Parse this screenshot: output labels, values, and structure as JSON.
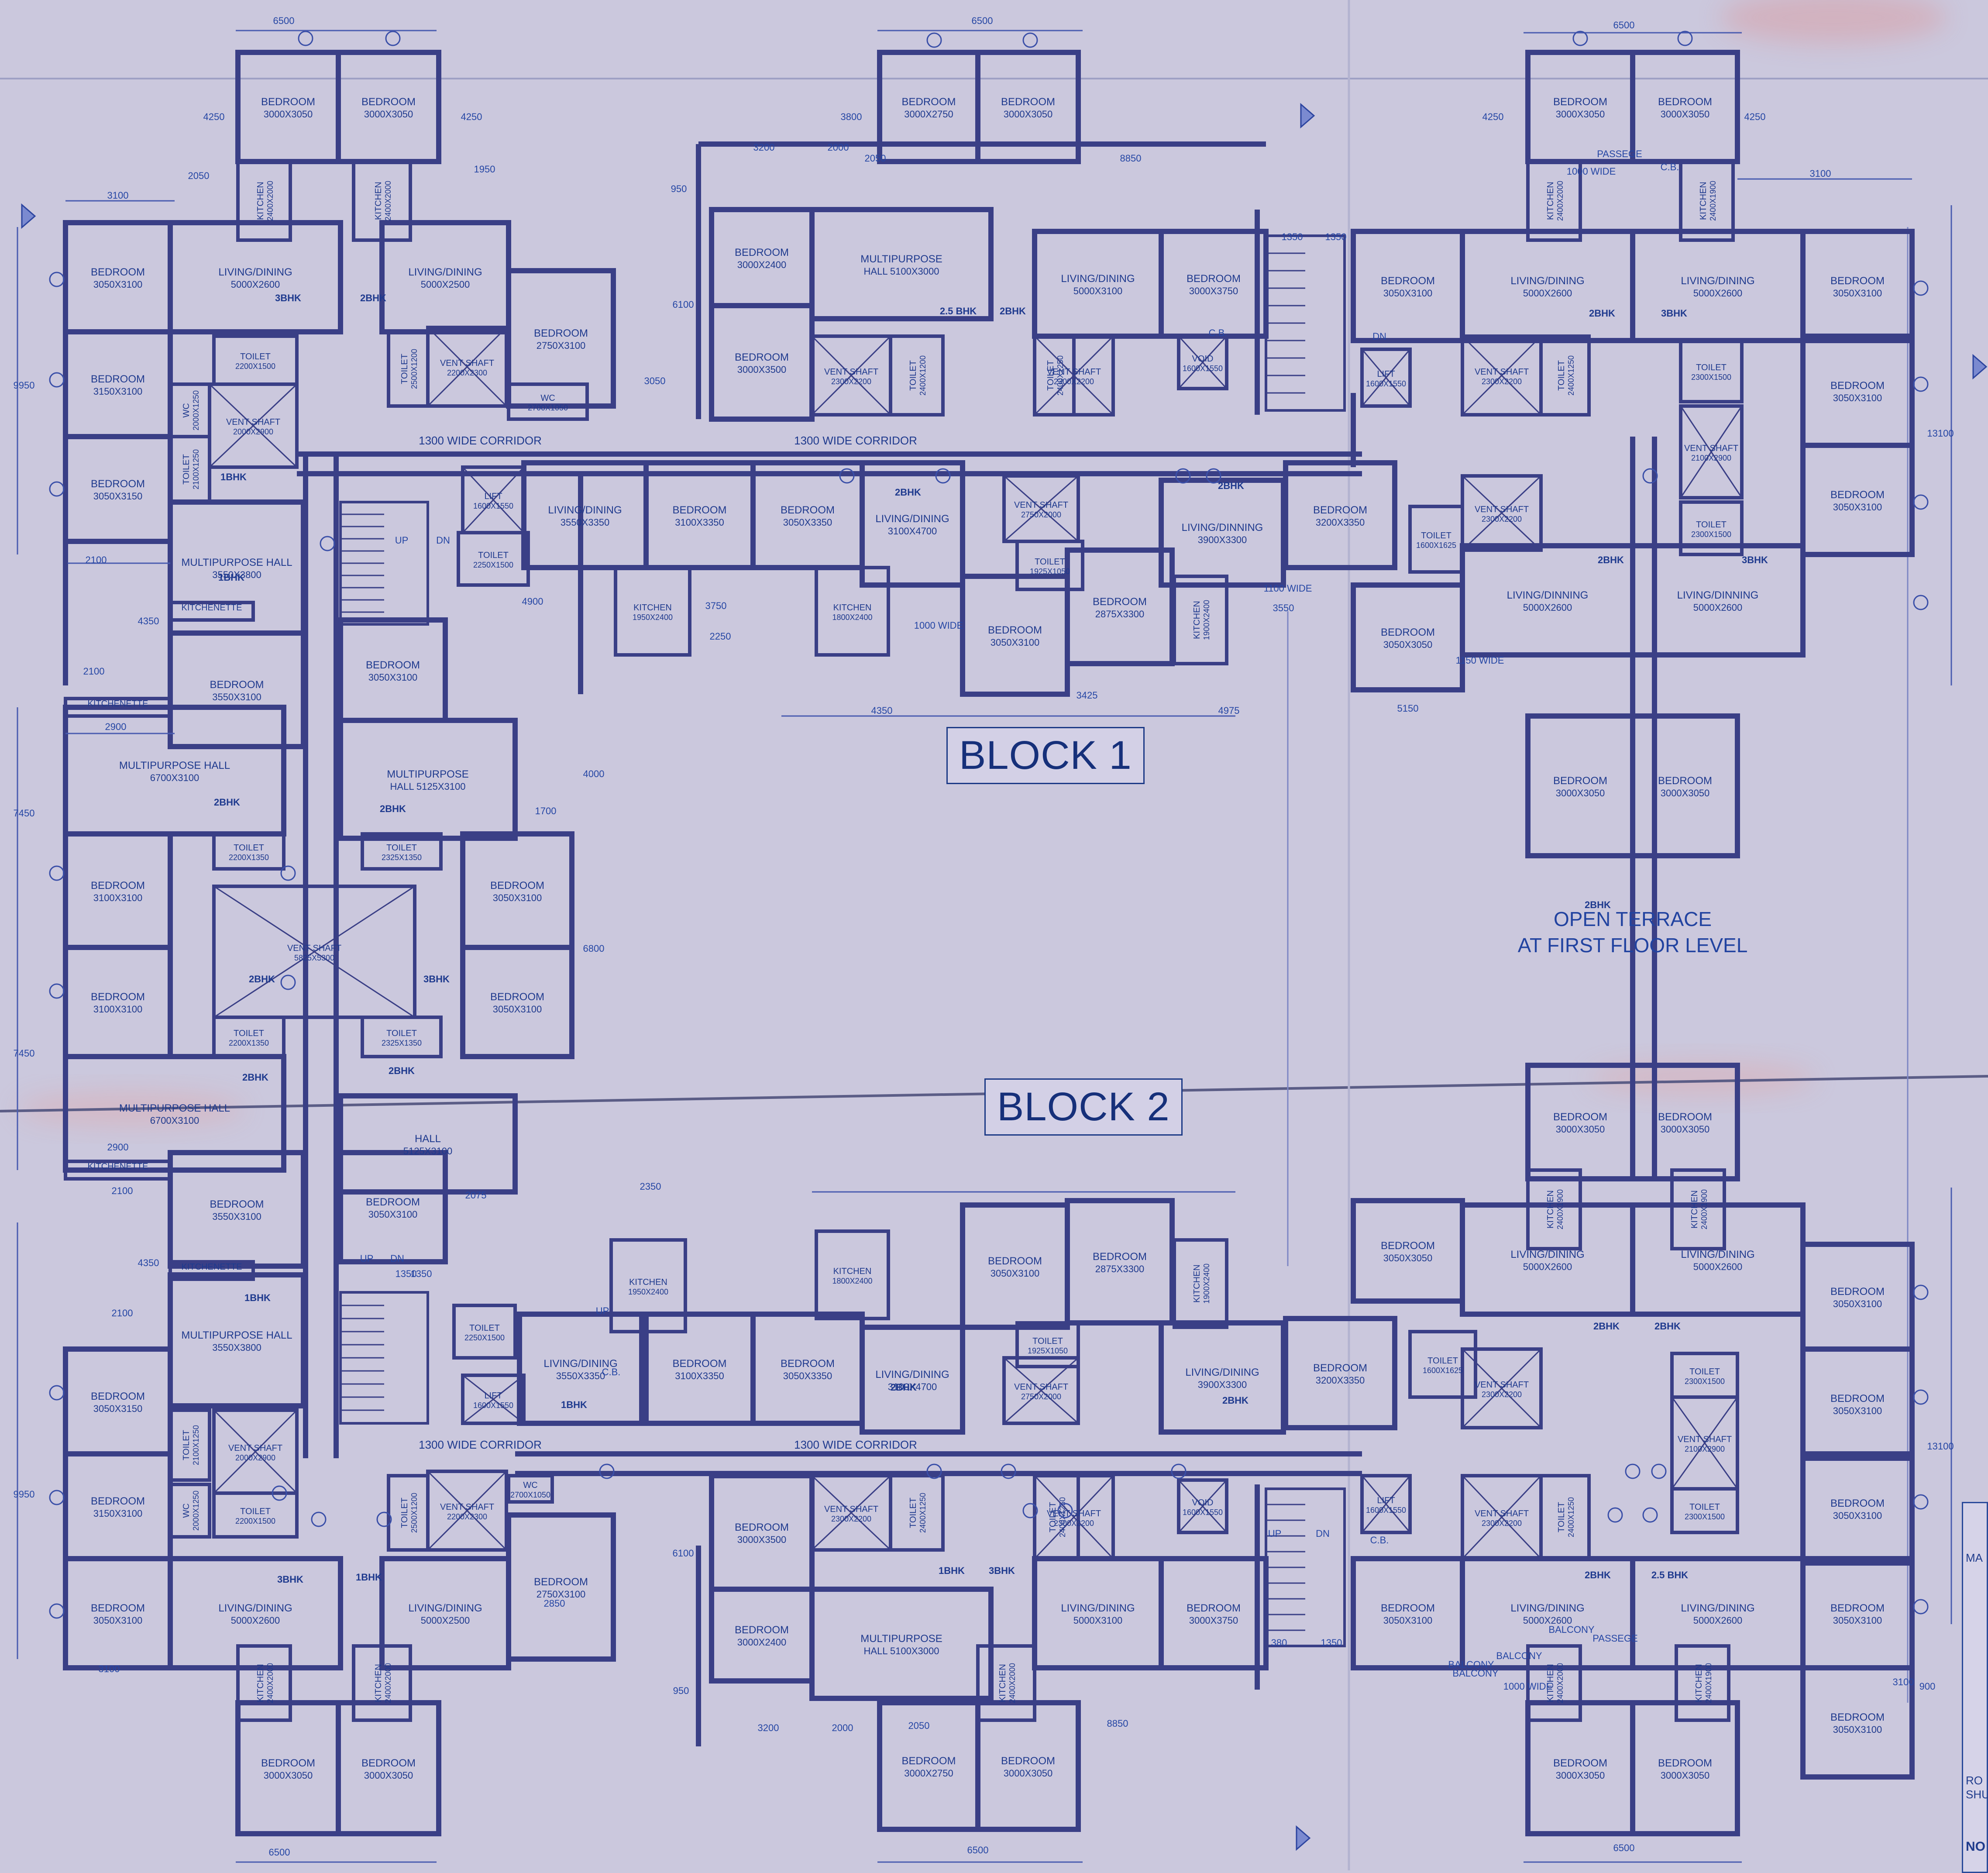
{
  "labels": {
    "block1": "BLOCK 1",
    "block2": "BLOCK 2",
    "terrace1": "OPEN TERRACE",
    "terrace2": "AT FIRST FLOOR LEVEL",
    "corridor": "1300 WIDE CORRIDOR",
    "titleblock": [
      "MA",
      "RO",
      "SHU",
      "NO"
    ]
  },
  "colors": {
    "paper": "#cbc8dd",
    "wall": "#3a3f86",
    "ink": "#2243a0",
    "red": "#c84e52"
  },
  "rooms": [
    [
      "BEDROOM",
      "3000X3050"
    ],
    [
      "BEDROOM",
      "3000X3050"
    ],
    [
      "BEDROOM",
      "3000X2750"
    ],
    [
      "BEDROOM",
      "3000X3050"
    ],
    [
      "BEDROOM",
      "3000X3050"
    ],
    [
      "BEDROOM",
      "3000X3050"
    ],
    [
      "BEDROOM",
      "3050X3100"
    ],
    [
      "LIVING/DINING",
      "5000X2600"
    ],
    [
      "LIVING/DINING",
      "5000X2500"
    ],
    [
      "BEDROOM",
      "2750X3100"
    ],
    [
      "BEDROOM",
      "3000X2400"
    ],
    [
      "MULTIPURPOSE",
      "HALL 5100X3000"
    ],
    [
      "LIVING/DINING",
      "5000X3100"
    ],
    [
      "BEDROOM",
      "3000X3750"
    ],
    [
      "BEDROOM",
      "3050X3100"
    ],
    [
      "LIVING/DINING",
      "5000X2600"
    ],
    [
      "LIVING/DINING",
      "5000X2600"
    ],
    [
      "BEDROOM",
      "3050X3100"
    ],
    [
      "BEDROOM",
      "3150X3100"
    ],
    [
      "BEDROOM",
      "3000X3500"
    ],
    [
      "BEDROOM",
      "3050X3100"
    ],
    [
      "BEDROOM",
      "3050X3150"
    ],
    [
      "MULTIPURPOSE HALL",
      "3550X3800"
    ],
    [
      "LIVING/DINING",
      "3550X3350"
    ],
    [
      "BEDROOM",
      "3100X3350"
    ],
    [
      "BEDROOM",
      "3050X3350"
    ],
    [
      "LIVING/DINING",
      "3100X4700"
    ],
    [
      "LIVING/DINNING",
      "3900X3300"
    ],
    [
      "BEDROOM",
      "3200X3350"
    ],
    [
      "BEDROOM",
      "3050X3100"
    ],
    [
      "BEDROOM",
      "3550X3100"
    ],
    [
      "BEDROOM",
      "3050X3100"
    ],
    [
      "BEDROOM",
      "3050X3100"
    ],
    [
      "BEDROOM",
      "2875X3300"
    ],
    [
      "LIVING/DINNING",
      "5000X2600"
    ],
    [
      "LIVING/DINNING",
      "5000X2600"
    ],
    [
      "BEDROOM",
      "3050X3050"
    ],
    [
      "MULTIPURPOSE HALL",
      "6700X3100"
    ],
    [
      "MULTIPURPOSE",
      "HALL 5125X3100"
    ],
    [
      "BEDROOM",
      "3000X3050"
    ],
    [
      "BEDROOM",
      "3000X3050"
    ],
    [
      "BEDROOM",
      "3100X3100"
    ],
    [
      "BEDROOM",
      "3050X3100"
    ],
    [
      "BEDROOM",
      "3100X3100"
    ],
    [
      "BEDROOM",
      "3050X3100"
    ],
    [
      "MULTIPURPOSE HALL",
      "6700X3100"
    ],
    [
      "HALL",
      "5125X3100"
    ],
    [
      "BEDROOM",
      "3000X3050"
    ],
    [
      "BEDROOM",
      "3000X3050"
    ],
    [
      "BEDROOM",
      "3550X3100"
    ],
    [
      "BEDROOM",
      "3050X3100"
    ],
    [
      "BEDROOM",
      "3050X3100"
    ],
    [
      "BEDROOM",
      "2875X3300"
    ],
    [
      "BEDROOM",
      "3050X3050"
    ],
    [
      "LIVING/DINING",
      "5000X2600"
    ],
    [
      "LIVING/DINING",
      "5000X2600"
    ],
    [
      "BEDROOM",
      "3050X3100"
    ],
    [
      "MULTIPURPOSE HALL",
      "3550X3800"
    ],
    [
      "LIVING/DINING",
      "3550X3350"
    ],
    [
      "BEDROOM",
      "3100X3350"
    ],
    [
      "BEDROOM",
      "3050X3350"
    ],
    [
      "LIVING/DINING",
      "3100X4700"
    ],
    [
      "LIVING/DINING",
      "3900X3300"
    ],
    [
      "BEDROOM",
      "3200X3350"
    ],
    [
      "BEDROOM",
      "3050X3150"
    ],
    [
      "BEDROOM",
      "3050X3100"
    ],
    [
      "BEDROOM",
      "3150X3100"
    ],
    [
      "BEDROOM",
      "3050X3100"
    ],
    [
      "BEDROOM",
      "3000X3500"
    ],
    [
      "BEDROOM",
      "3050X3100"
    ],
    [
      "BEDROOM",
      "3050X3100"
    ],
    [
      "LIVING/DINING",
      "5000X2600"
    ],
    [
      "LIVING/DINING",
      "5000X2500"
    ],
    [
      "BEDROOM",
      "2750X3100"
    ],
    [
      "BEDROOM",
      "3000X2400"
    ],
    [
      "MULTIPURPOSE",
      "HALL 5100X3000"
    ],
    [
      "LIVING/DINING",
      "5000X3100"
    ],
    [
      "BEDROOM",
      "3000X3750"
    ],
    [
      "BEDROOM",
      "3050X3100"
    ],
    [
      "LIVING/DINING",
      "5000X2600"
    ],
    [
      "LIVING/DINING",
      "5000X2600"
    ],
    [
      "BEDROOM",
      "3050X3100"
    ],
    [
      "BEDROOM",
      "3000X3050"
    ],
    [
      "BEDROOM",
      "3000X3050"
    ],
    [
      "BEDROOM",
      "3000X2750"
    ],
    [
      "BEDROOM",
      "3000X3050"
    ],
    [
      "BEDROOM",
      "3000X3050"
    ],
    [
      "BEDROOM",
      "3000X3050"
    ]
  ],
  "small": [
    [
      "KITCHEN",
      "2400X2000"
    ],
    [
      "KITCHEN",
      "2400X2000"
    ],
    [
      "TOILET",
      "2200X1500"
    ],
    [
      "VENT SHAFT",
      "2200X2300"
    ],
    [
      "TOILET",
      "2500X1200"
    ],
    [
      "WC",
      "2700X1050"
    ],
    [
      "TOILET",
      "2100X1250"
    ],
    [
      "VENT SHAFT",
      "2000X2900"
    ],
    [
      "WC",
      "2000X1250"
    ],
    [
      "VENT SHAFT",
      "2300X2200"
    ],
    [
      "TOILET",
      "2400X1200"
    ],
    [
      "VENT SHAFT",
      "2300X2200"
    ],
    [
      "TOILET",
      "2400X1250"
    ],
    [
      "VOID",
      "1600X1550"
    ],
    [
      "VENT SHAFT",
      "2300X2200"
    ],
    [
      "TOILET",
      "2400X1250"
    ],
    [
      "LIFT",
      "1600X1550"
    ],
    [
      "KITCHEN",
      "2400X2000"
    ],
    [
      "KITCHEN",
      "2400X1900"
    ],
    [
      "TOILET",
      "2300X1500"
    ],
    [
      "VENT SHAFT",
      "2100X2900"
    ],
    [
      "TOILET",
      "2300X1500"
    ],
    [
      "KITCHEN",
      "1950X2400"
    ],
    [
      "KITCHEN",
      "1800X2400"
    ],
    [
      "TOILET",
      "2250X1500"
    ],
    [
      "LIFT",
      "1600X1550"
    ],
    [
      "VENT SHAFT",
      "2750X2000"
    ],
    [
      "TOILET",
      "1925X1050"
    ],
    [
      "KITCHEN",
      "1900X2400"
    ],
    [
      "TOILET",
      "1600X1625"
    ],
    [
      "VENT SHAFT",
      "2300X2200"
    ],
    [
      "TOILET",
      "2200X1350"
    ],
    [
      "TOILET",
      "2325X1350"
    ],
    [
      "VENT SHAFT",
      "5825X5300"
    ],
    [
      "TOILET",
      "2200X1350"
    ],
    [
      "TOILET",
      "2325X1350"
    ],
    [
      "KITCHEN",
      "2400X1900"
    ],
    [
      "KITCHEN",
      "2400X1900"
    ],
    [
      "KITCHENETTE",
      ""
    ],
    [
      "KITCHENETTE",
      ""
    ],
    [
      "KITCHENETTE",
      ""
    ],
    [
      "KITCHENETTE",
      ""
    ],
    [
      "KITCHEN",
      "1950X2400"
    ],
    [
      "KITCHEN",
      "1800X2400"
    ],
    [
      "TOILET",
      "2250X1500"
    ],
    [
      "LIFT",
      "1600X1550"
    ],
    [
      "VENT SHAFT",
      "2750X2000"
    ],
    [
      "TOILET",
      "1925X1050"
    ],
    [
      "KITCHEN",
      "1900X2400"
    ],
    [
      "TOILET",
      "1600X1625"
    ],
    [
      "VENT SHAFT",
      "2300X2200"
    ],
    [
      "TOILET",
      "2300X1500"
    ],
    [
      "VENT SHAFT",
      "2100X2900"
    ],
    [
      "TOILET",
      "2300X1500"
    ],
    [
      "TOILET",
      "2200X1500"
    ],
    [
      "VENT SHAFT",
      "2000X2900"
    ],
    [
      "TOILET",
      "2100X1250"
    ],
    [
      "WC",
      "2000X1250"
    ],
    [
      "VENT SHAFT",
      "2200X2300"
    ],
    [
      "TOILET",
      "2500X1200"
    ],
    [
      "WC",
      "2700X1050"
    ],
    [
      "VENT SHAFT",
      "2300X2200"
    ],
    [
      "TOILET",
      "2400X1250"
    ],
    [
      "VENT SHAFT",
      "2300X2200"
    ],
    [
      "TOILET",
      "2400X1250"
    ],
    [
      "VOID",
      "1600X1550"
    ],
    [
      "LIFT",
      "1600X1550"
    ],
    [
      "VENT SHAFT",
      "2300X2200"
    ],
    [
      "TOILET",
      "2400X1250"
    ],
    [
      "KITCHEN",
      "2400X2000"
    ],
    [
      "KITCHEN",
      "2400X2000"
    ],
    [
      "KITCHEN",
      "2400X2000"
    ],
    [
      "KITCHEN",
      "2400X1900"
    ],
    [
      "KITCHEN",
      "2400X2000"
    ],
    [
      "KITCHEN",
      "3600X1900"
    ]
  ],
  "tags": [
    "3BHK",
    "2BHK",
    "2.5 BHK",
    "2BHK",
    "2BHK",
    "3BHK",
    "1BHK",
    "1BHK",
    "2BHK",
    "2BHK",
    "3BHK",
    "2BHK",
    "2BHK",
    "2BHK",
    "2BHK",
    "2BHK",
    "1BHK",
    "1BHK",
    "2BHK",
    "2BHK",
    "2BHK",
    "2BHK",
    "3BHK",
    "1BHK",
    "1BHK",
    "3BHK",
    "2BHK",
    "2.5 BHK",
    "2BHK",
    "2BHK",
    "3BHK"
  ],
  "dims": [
    "6500",
    "6500",
    "6500",
    "4250",
    "4250",
    "3800",
    "4250",
    "4250",
    "2050",
    "1950",
    "3100",
    "3200",
    "2000",
    "950",
    "8850",
    "2050",
    "3100",
    "9950",
    "6100",
    "3050",
    "1350",
    "1350",
    "13100",
    "2100",
    "4350",
    "2100",
    "2900",
    "4900",
    "3750",
    "2250",
    "4350",
    "3425",
    "4975",
    "5150",
    "3550",
    "1100 WIDE",
    "1000 WIDE",
    "1150 WIDE",
    "7450",
    "6800",
    "4000",
    "1700",
    "7450",
    "2900",
    "2100",
    "4350",
    "2100",
    "9950",
    "3100",
    "6500",
    "6500",
    "6500",
    "2350",
    "2075",
    "1350",
    "1350",
    "6100",
    "2850",
    "13100",
    "3100",
    "900",
    "950",
    "3200",
    "2000",
    "2050",
    "8850",
    "380",
    "1350",
    "BALCONY",
    "BALCONY",
    "BALCONY",
    "BALCONY",
    "1000 WIDE",
    "PASSEGE",
    "1000 WIDE",
    "PASSEGE",
    "C.B.",
    "C.B.",
    "DN",
    "UP",
    "DN",
    "UP",
    "DN",
    "UP",
    "DN",
    "UP",
    "C.B.",
    "C.B."
  ]
}
